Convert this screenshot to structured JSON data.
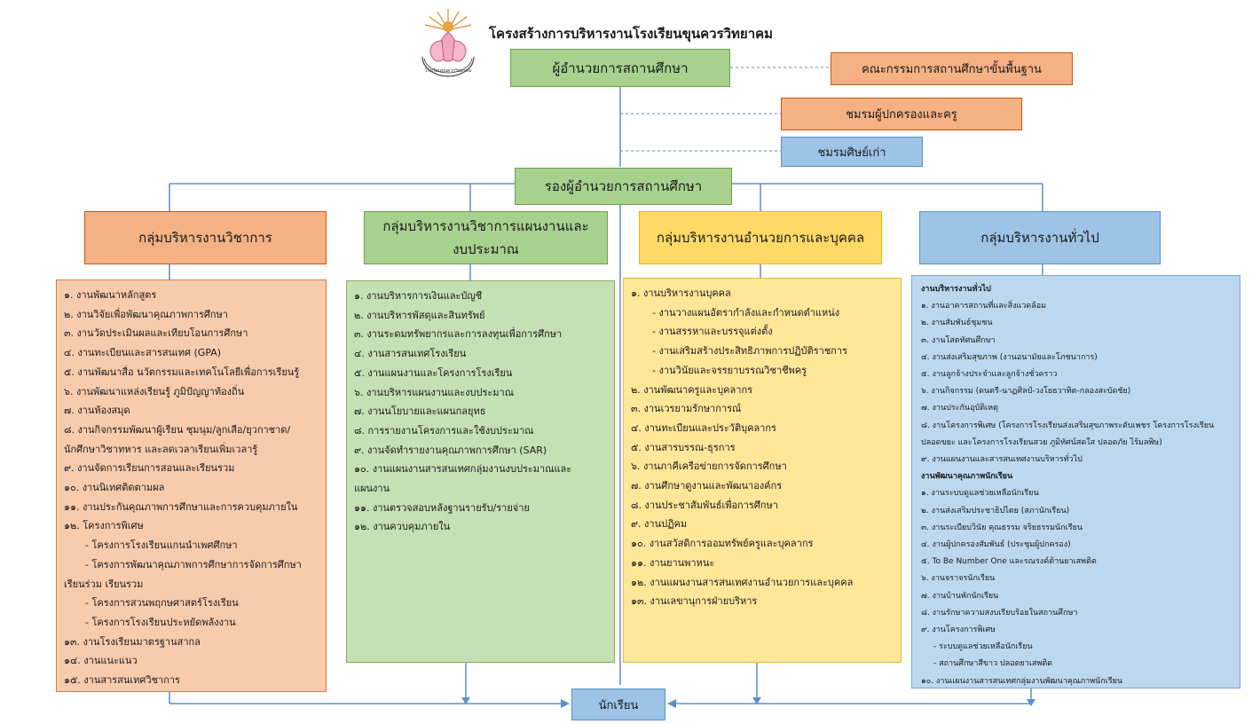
{
  "title": "โครงสร้างการบริหารงานโรงเรียนขุนควรวิทยาคม",
  "logo": {
    "text": "โรงเรียนขุนควรวิทยาคม",
    "icon": "school-emblem-icon"
  },
  "director": "ผู้อำนวยการสถานศึกษา",
  "board": "คณะกรรมการสถานศึกษาขั้นพื้นฐาน",
  "parents_club": "ชมรมผู้ปกครองและครู",
  "alumni_club": "ชมรมศิษย์เก่า",
  "deputy": "รองผู้อำนวยการสถานศึกษา",
  "students": "นักเรียน",
  "groups": [
    {
      "title": "กลุ่มบริหารงานวิชาการ",
      "items": [
        {
          "t": "๑. งานพัฒนาหลักสูตร"
        },
        {
          "t": "๒. งานวิจัยเพื่อพัฒนาคุณภาพการศึกษา"
        },
        {
          "t": "๓. งานวัดประเมินผลและเทียบโอนการศึกษา"
        },
        {
          "t": "๔. งานทะเบียนและสารสนเทศ (GPA)"
        },
        {
          "t": "๕. งานพัฒนาสื่อ นวัตกรรมและเทคโนโลยีเพื่อการเรียนรู้"
        },
        {
          "t": "๖. งานพัฒนาแหล่งเรียนรู้ ภูมิปัญญาท้องถิ่น"
        },
        {
          "t": "๗. งานห้องสมุด"
        },
        {
          "t": "๘. งานกิจกรรมพัฒนาผู้เรียน ชุมนุม/ลูกเสือ/ยุวกาชาด/"
        },
        {
          "t": "นักศึกษาวิชาทหาร และลดเวลาเรียนเพิ่มเวลารู้"
        },
        {
          "t": "๙. งานจัดการเรียนการสอนและเรียนรวม"
        },
        {
          "t": "๑๐. งานนิเทศติดตามผล"
        },
        {
          "t": "๑๑. งานประกันคุณภาพการศึกษาและการควบคุมภายใน"
        },
        {
          "t": "๑๒. โครงการพิเศษ"
        },
        {
          "t": "- โครงการโรงเรียนแกนนำเพศศึกษา",
          "i": 1
        },
        {
          "t": "- โครงการพัฒนาคุณภาพการศึกษาการจัดการศึกษา",
          "i": 1
        },
        {
          "t": "เรียนร่วม เรียนรวม"
        },
        {
          "t": "- โครงการสวนพฤกษศาสตร์โรงเรียน",
          "i": 1
        },
        {
          "t": "- โครงการโรงเรียนประหยัดพลังงาน",
          "i": 1
        },
        {
          "t": "๑๓. งานโรงเรียนมาตรฐานสากล"
        },
        {
          "t": "๑๔. งานแนะแนว"
        },
        {
          "t": "๑๕. งานสารสนเทศวิชาการ"
        }
      ]
    },
    {
      "title_line1": "กลุ่มบริหารงานวิชาการแผนงานและ",
      "title_line2": "งบประมาณ",
      "items": [
        {
          "t": "๑. งานบริหารการเงินและบัญชี"
        },
        {
          "t": "๒. งานบริหารพัสดุและสินทรัพย์"
        },
        {
          "t": "๓. งานระดมทรัพยากรและการลงทุนเพื่อการศึกษา"
        },
        {
          "t": "๔. งานสารสนเทศโรงเรียน"
        },
        {
          "t": "๕. งานแผนงานและโครงการโรงเรียน"
        },
        {
          "t": "๖. งานบริหารแผนงานและงบประมาณ"
        },
        {
          "t": "๗. งานนโยบายและแผนกลยุทธ"
        },
        {
          "t": "๘. การรายงานโครงการและใช้งบประมาณ"
        },
        {
          "t": "๙. งานจัดทำรายงานคุณภาพการศึกษา (SAR)"
        },
        {
          "t": "๑๐. งานแผนงานสารสนเทศกลุ่มงานงบประมาณและ"
        },
        {
          "t": "แผนงาน"
        },
        {
          "t": "๑๑. งานตรวจสอบหลังฐานรายรับ/รายจ่าย"
        },
        {
          "t": "๑๒. งานควบคุมภายใน"
        }
      ]
    },
    {
      "title": "กลุ่มบริหารงานอำนวยการและบุคคล",
      "items": [
        {
          "t": "๑. งานบริหารงานบุคคล"
        },
        {
          "t": "- งานวางแผนอัตรากำลังและกำหนดตำแหน่ง",
          "i": 1
        },
        {
          "t": "- งานสรรหาและบรรจุแต่งตั้ง",
          "i": 1
        },
        {
          "t": "- งานเสริมสร้างประสิทธิภาพการปฏิบัติราชการ",
          "i": 1
        },
        {
          "t": "- งานวินัยและจรรยาบรรณวิชาชีพครู",
          "i": 1
        },
        {
          "t": "๒. งานพัฒนาครูและบุคลากร"
        },
        {
          "t": "๓. งานเวรยามรักษาการณ์"
        },
        {
          "t": "๔. งานทะเบียนและประวัติบุคลากร"
        },
        {
          "t": "๕. งานสารบรรณ-ธุรการ"
        },
        {
          "t": "๖. งานภาคีเครือข่ายการจัดการศึกษา"
        },
        {
          "t": "๗. งานศึกษาดูงานและพัฒนาองค์กร"
        },
        {
          "t": "๘. งานประชาสัมพันธ์เพื่อการศึกษา"
        },
        {
          "t": "๙. งานปฏิคม"
        },
        {
          "t": "๑๐. งานสวัสดิการออมทรัพย์ครูและบุคลากร"
        },
        {
          "t": "๑๑. งานยานพาหนะ"
        },
        {
          "t": "๑๒. งานแผนงานสารสนเทศงานอำนวยการและบุคคล"
        },
        {
          "t": "๑๓. งานเลขานุการฝ่ายบริหาร"
        }
      ]
    },
    {
      "title": "กลุ่มบริหารงานทั่วไป",
      "items": [
        {
          "t": "งานบริหารงานทั่วไป",
          "h": 1
        },
        {
          "t": "๑. งานอาคารสถานที่และสิ่งแวดล้อม"
        },
        {
          "t": "๒. งานสัมพันธ์ชุมชน"
        },
        {
          "t": "๓. งานโสตทัศนศึกษา"
        },
        {
          "t": "๔. งานส่งเสริมสุขภาพ (งานอนามัยและโภชนาการ)"
        },
        {
          "t": "๕. งานลูกจ้างประจำและลูกจ้างชั่วคราว"
        },
        {
          "t": "๖. งานกิจกรรม (ดนตรี-นาฏศิลป์-วงโยธวาทิต-กลองสะบัดชัย)"
        },
        {
          "t": "๗. งานประกันอุบัติเหตุ"
        },
        {
          "t": "๘. งานโครงการพิเศษ (โครงการโรงเรียนส่งเสริมสุขภาพระดับเพชร โครงการโรงเรียน"
        },
        {
          "t": "ปลอดขยะ และโครงการโรงเรียนสวย ภูมิทัศน์สดใส ปลอดภัย ไร้มลพิษ)"
        },
        {
          "t": "๙. งานแผนงานและสารสนเทศงานบริหารทั่วไป"
        },
        {
          "t": "งานพัฒนาคุณภาพนักเรียน",
          "h": 1
        },
        {
          "t": "๑. งานระบบดูแลช่วยเหลือนักเรียน"
        },
        {
          "t": "๒. งานส่งเสริมประชาธิปไตย (สภานักเรียน)"
        },
        {
          "t": "๓. งานระเบียบวินัย คุณธรรม จริยธรรมนักเรียน"
        },
        {
          "t": "๔. งานผู้ปกครองสัมพันธ์ (ประชุมผู้ปกครอง)"
        },
        {
          "t": "๕. To Be Number One และรณรงค์ต้านยาเสพติด"
        },
        {
          "t": "๖. งานจราจรนักเรียน"
        },
        {
          "t": "๗. งานบ้านพักนักเรียน"
        },
        {
          "t": "๘. งานรักษาความสงบเรียบร้อยในสถานศึกษา"
        },
        {
          "t": "๙. งานโครงการพิเศษ"
        },
        {
          "t": "- ระบบดูแลช่วยเหลือนักเรียน",
          "i": 1
        },
        {
          "t": "- สถานศึกษาสีขาว ปลอดยาเสพติด",
          "i": 1
        },
        {
          "t": "๑๐. งานแผนงานสารสนเทศกลุ่มงานพัฒนาคุณภาพนักเรียน"
        }
      ]
    }
  ]
}
